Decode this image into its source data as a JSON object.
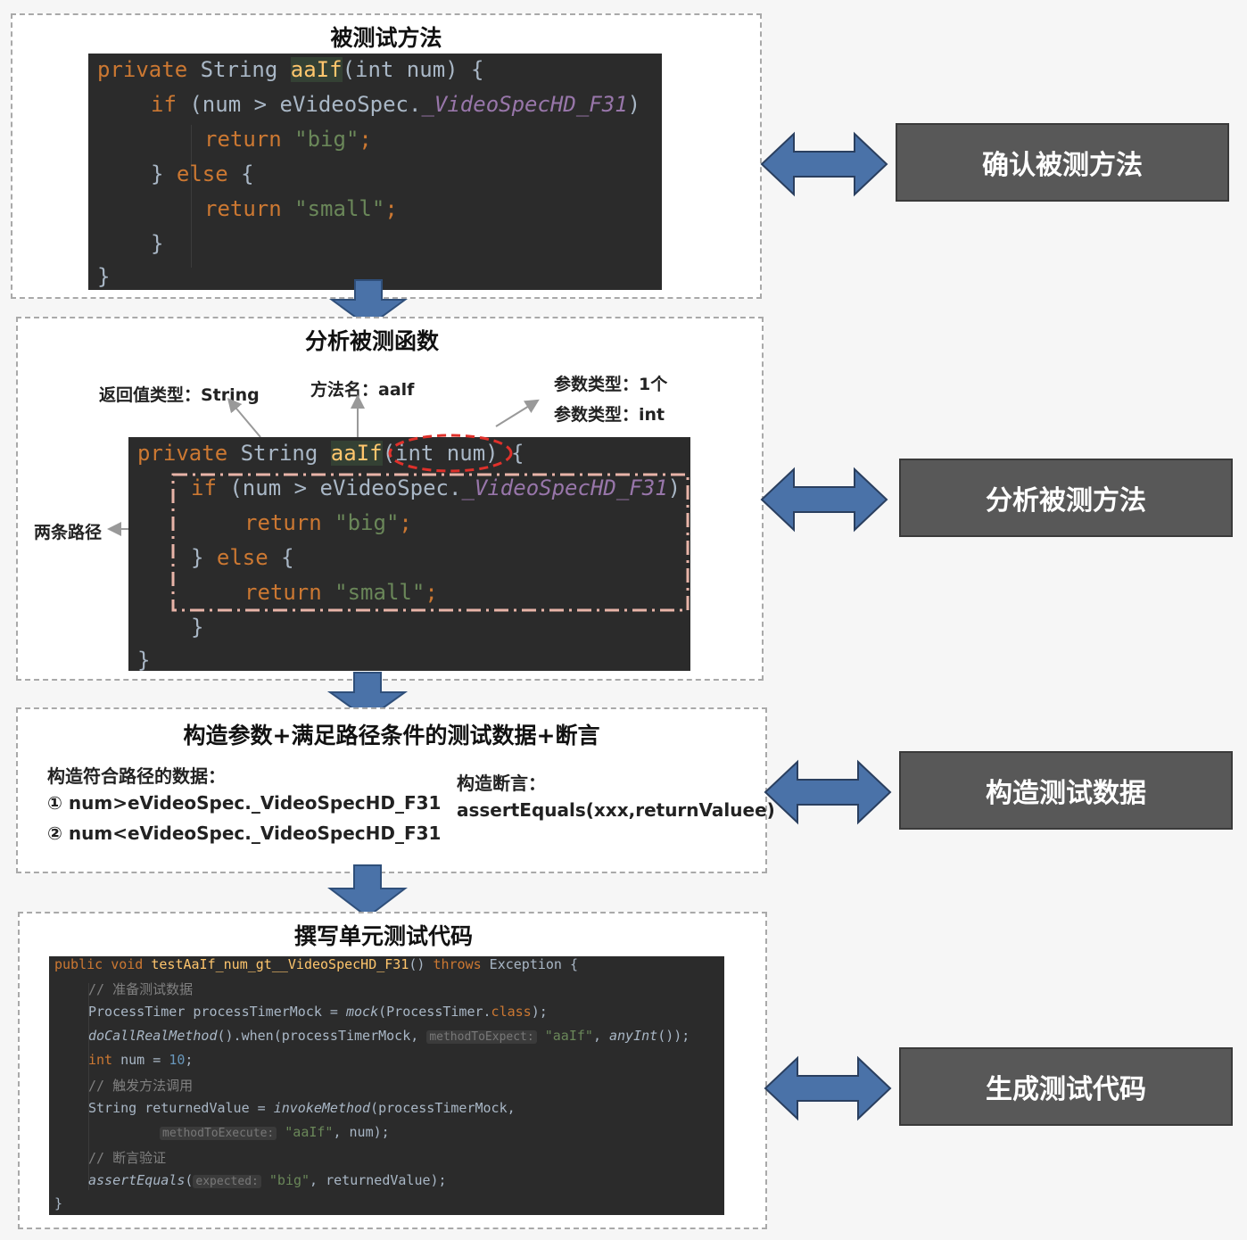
{
  "panels": {
    "p1": {
      "title": "被测试方法"
    },
    "p2": {
      "title": "分析被测函数"
    },
    "p3": {
      "title": "构造参数+满足路径条件的测试数据+断言"
    },
    "p4": {
      "title": "撰写单元测试代码"
    }
  },
  "labels": {
    "l1": "确认被测方法",
    "l2": "分析被测方法",
    "l3": "构造测试数据",
    "l4": "生成测试代码"
  },
  "code1": {
    "private": "private",
    "string": "String",
    "method": "aaIf",
    "sig_rest": "(int num) {",
    "if_kw": "if",
    "cond": " (num > eVideoSpec.",
    "const": "_VideoSpecHD_F31",
    "close": ")",
    "return_kw": "return",
    "big": "\"big\"",
    "small": "\"small\"",
    "semi": ";",
    "else_open": "} ",
    "else_kw": "else",
    "brace_open": " {",
    "brace_close": "}"
  },
  "annotations": {
    "return_type": "返回值类型：String",
    "method_name": "方法名：aalf",
    "param_count": "参数类型：1个",
    "param_type": "参数类型：int",
    "paths": "两条路径"
  },
  "construct": {
    "data_title": "构造符合路径的数据：",
    "case1": "① num>eVideoSpec._VideoSpecHD_F31",
    "case2": "② num<eVideoSpec._VideoSpecHD_F31",
    "assert_title": "构造断言：",
    "assert_code": "assertEquals(xxx,returnValuee)"
  },
  "test_code": {
    "l1_public": "public",
    "l1_void": "void",
    "l1_name": "testAaIf_num_gt__VideoSpecHD_F31",
    "l1_paren": "() ",
    "l1_throws": "throws",
    "l1_rest": " Exception {",
    "l2": "// 准备测试数据",
    "l3_a": "ProcessTimer processTimerMock = ",
    "l3_mock": "mock",
    "l3_b": "(ProcessTimer.",
    "l3_class": "class",
    "l3_c": ");",
    "l4_call": "doCallRealMethod",
    "l4_b": "().when(processTimerMock, ",
    "l4_hint": "methodToExpect:",
    "l4_str": "\"aaIf\"",
    "l4_c": ", ",
    "l4_any": "anyInt",
    "l4_d": "());",
    "l5_int": "int",
    "l5_b": " num = ",
    "l5_num": "10",
    "l5_c": ";",
    "l6": "// 触发方法调用",
    "l7_a": "String returnedValue = ",
    "l7_invoke": "invokeMethod",
    "l7_b": "(processTimerMock,",
    "l8_hint": "methodToExecute:",
    "l8_str": "\"aaIf\"",
    "l8_b": ", num);",
    "l9": "// 断言验证",
    "l10_assert": "assertEquals",
    "l10_a": "(",
    "l10_hint": "expected:",
    "l10_str": "\"big\"",
    "l10_b": ", returnedValue);",
    "l11": "}"
  }
}
